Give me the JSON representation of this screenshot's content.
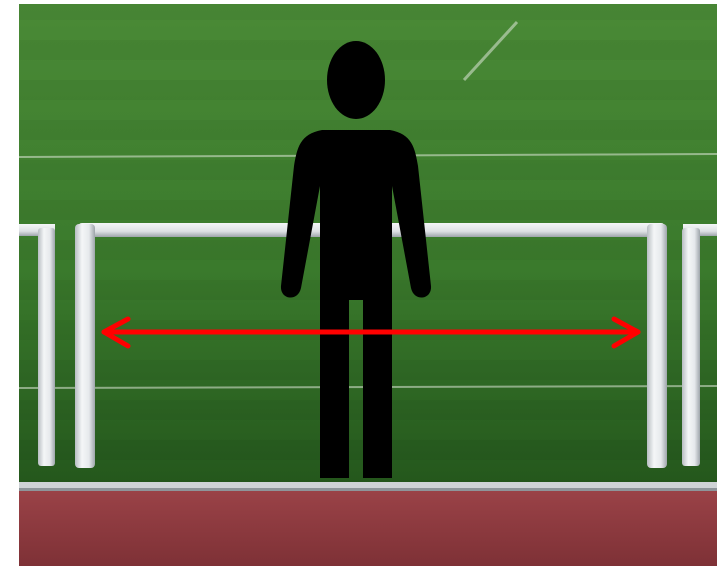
{
  "scene": {
    "subject": "person-silhouette",
    "background": "football-pitch",
    "foreground": "running-track",
    "measurement": "double-headed-arrow"
  },
  "colors": {
    "grass_light": "#3f7f2e",
    "grass_dark": "#2c6322",
    "grass_shadow": "#1f4a18",
    "pitch_line": "#d9e2d2",
    "rail": "#e9ecef",
    "rail_shadow": "#aeb4ba",
    "silhouette": "#000000",
    "arrow": "#ff0000",
    "track": "#8f3a3f",
    "track_edge": "#c9cdd0",
    "frame_border": "#ffffff"
  },
  "icons": {
    "person": "person-silhouette-icon",
    "arrow": "double-arrow-icon"
  }
}
